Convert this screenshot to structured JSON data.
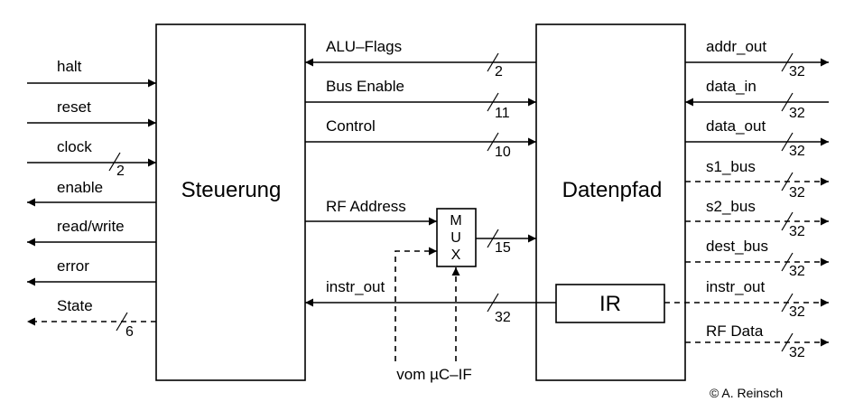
{
  "blocks": {
    "steuerung": "Steuerung",
    "datenpfad": "Datenpfad",
    "ir": "IR",
    "mux": [
      "M",
      "U",
      "X"
    ]
  },
  "left_signals": {
    "halt": "halt",
    "reset": "reset",
    "clock": "clock",
    "clock_width": "2",
    "enable": "enable",
    "read_write": "read/write",
    "error": "error",
    "state": "State",
    "state_width": "6"
  },
  "middle_signals": {
    "alu_flags": "ALU–Flags",
    "alu_flags_width": "2",
    "bus_enable": "Bus Enable",
    "bus_enable_width": "11",
    "control": "Control",
    "control_width": "10",
    "rf_address": "RF Address",
    "mux_out_width": "15",
    "instr_out": "instr_out",
    "instr_out_width": "32",
    "vom_uc_if": "vom µC–IF"
  },
  "right_signals": {
    "addr_out": "addr_out",
    "addr_out_width": "32",
    "data_in": "data_in",
    "data_in_width": "32",
    "data_out": "data_out",
    "data_out_width": "32",
    "s1_bus": "s1_bus",
    "s1_bus_width": "32",
    "s2_bus": "s2_bus",
    "s2_bus_width": "32",
    "dest_bus": "dest_bus",
    "dest_bus_width": "32",
    "instr_out": "instr_out",
    "instr_out_width": "32",
    "rf_data": "RF Data",
    "rf_data_width": "32"
  },
  "copyright": "© A. Reinsch"
}
